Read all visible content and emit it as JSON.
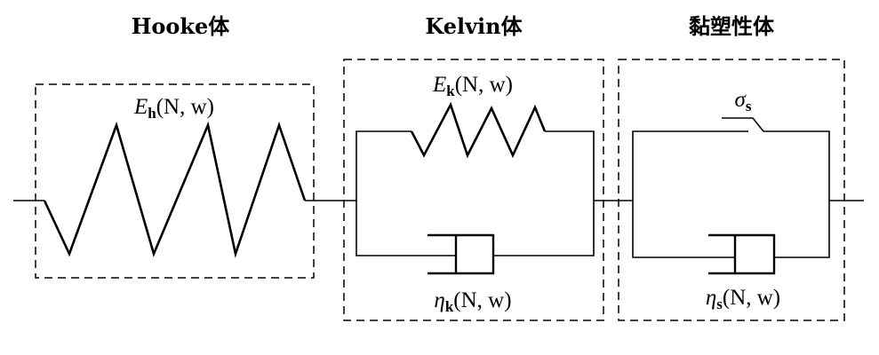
{
  "diagram": {
    "type": "rheological-model",
    "line_color": "#000000",
    "background": "#ffffff",
    "elements": [
      {
        "id": "hooke",
        "title": "Hooke体",
        "components": [
          {
            "kind": "spring",
            "symbol": "E",
            "subscript": "h",
            "args": "(N, w)"
          }
        ]
      },
      {
        "id": "kelvin",
        "title": "Kelvin体",
        "components": [
          {
            "kind": "spring",
            "symbol": "E",
            "subscript": "k",
            "args": "(N, w)"
          },
          {
            "kind": "dashpot",
            "symbol": "η",
            "subscript": "k",
            "args": "(N, w)"
          }
        ],
        "arrangement": "parallel"
      },
      {
        "id": "viscoplastic",
        "title": "黏塑性体",
        "components": [
          {
            "kind": "slider",
            "symbol": "σ",
            "subscript": "s",
            "args": ""
          },
          {
            "kind": "dashpot",
            "symbol": "η",
            "subscript": "s",
            "args": "(N, w)"
          }
        ],
        "arrangement": "parallel"
      }
    ],
    "connection": "series"
  }
}
